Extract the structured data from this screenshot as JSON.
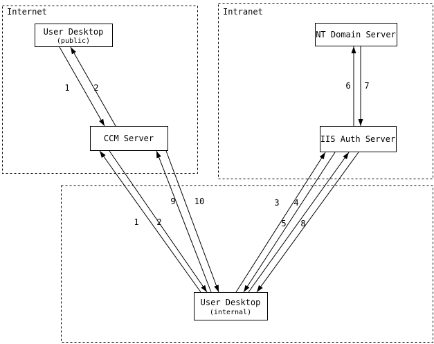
{
  "diagram": {
    "containers": {
      "internet": {
        "label": "Internet"
      },
      "intranet": {
        "label": "Intranet"
      }
    },
    "nodes": {
      "user_desktop_public": {
        "label": "User Desktop",
        "sublabel": "(public)"
      },
      "ccm_server": {
        "label": "CCM Server"
      },
      "nt_domain_server": {
        "label": "NT Domain Server"
      },
      "iis_auth_server": {
        "label": "IIS Auth Server"
      },
      "user_desktop_internal": {
        "label": "User Desktop",
        "sublabel": "(internal)"
      }
    },
    "edges": {
      "public_to_ccm": {
        "label": "1"
      },
      "ccm_to_public": {
        "label": "2"
      },
      "iis_to_nt": {
        "label": "6"
      },
      "nt_to_iis": {
        "label": "7"
      },
      "internal_to_ccm": {
        "label": "1"
      },
      "ccm_to_internal": {
        "label": "2"
      },
      "internal_to_ccm_final": {
        "label": "9"
      },
      "ccm_to_internal_final": {
        "label": "10"
      },
      "internal_to_iis_a": {
        "label": "3"
      },
      "iis_to_internal_a": {
        "label": "4"
      },
      "internal_to_iis_b": {
        "label": "5"
      },
      "iis_to_internal_b": {
        "label": "8"
      }
    }
  }
}
